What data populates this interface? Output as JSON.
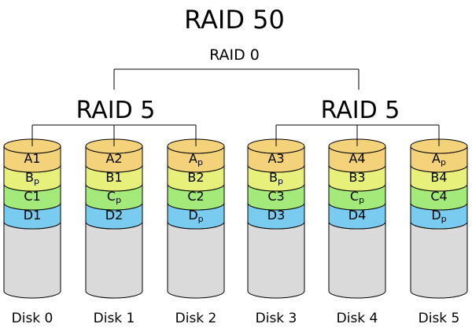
{
  "diagram": {
    "title": "RAID 50",
    "top_level_label": "RAID 0",
    "groups": [
      {
        "label": "RAID 5"
      },
      {
        "label": "RAID 5"
      }
    ],
    "colors": {
      "row_a": "#f3d27a",
      "row_b": "#e7f07a",
      "row_c": "#a3ea7a",
      "row_d": "#7acbf0",
      "body": "#dadada",
      "line": "#000000"
    },
    "disks": [
      {
        "label": "Disk 0",
        "blocks": [
          {
            "main": "A1",
            "sub": ""
          },
          {
            "main": "B",
            "sub": "p"
          },
          {
            "main": "C1",
            "sub": ""
          },
          {
            "main": "D1",
            "sub": ""
          }
        ]
      },
      {
        "label": "Disk 1",
        "blocks": [
          {
            "main": "A2",
            "sub": ""
          },
          {
            "main": "B1",
            "sub": ""
          },
          {
            "main": "C",
            "sub": "p"
          },
          {
            "main": "D2",
            "sub": ""
          }
        ]
      },
      {
        "label": "Disk 2",
        "blocks": [
          {
            "main": "A",
            "sub": "p"
          },
          {
            "main": "B2",
            "sub": ""
          },
          {
            "main": "C2",
            "sub": ""
          },
          {
            "main": "D",
            "sub": "p"
          }
        ]
      },
      {
        "label": "Disk 3",
        "blocks": [
          {
            "main": "A3",
            "sub": ""
          },
          {
            "main": "B",
            "sub": "p"
          },
          {
            "main": "C3",
            "sub": ""
          },
          {
            "main": "D3",
            "sub": ""
          }
        ]
      },
      {
        "label": "Disk 4",
        "blocks": [
          {
            "main": "A4",
            "sub": ""
          },
          {
            "main": "B3",
            "sub": ""
          },
          {
            "main": "C",
            "sub": "p"
          },
          {
            "main": "D4",
            "sub": ""
          }
        ]
      },
      {
        "label": "Disk 5",
        "blocks": [
          {
            "main": "A",
            "sub": "p"
          },
          {
            "main": "B4",
            "sub": ""
          },
          {
            "main": "C4",
            "sub": ""
          },
          {
            "main": "D",
            "sub": "p"
          }
        ]
      }
    ]
  }
}
